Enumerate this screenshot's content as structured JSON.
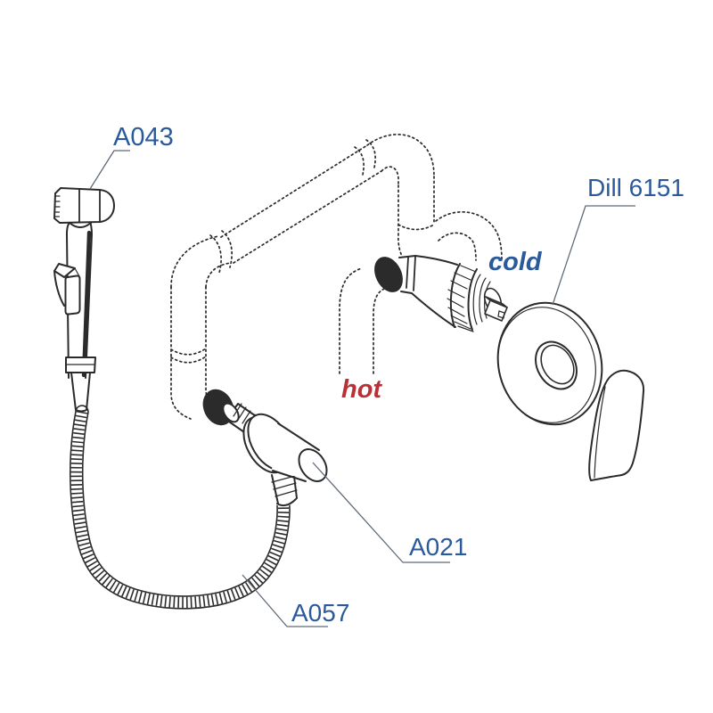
{
  "labels": {
    "a043": "A043",
    "dill": "Dill 6151",
    "cold": "cold",
    "hot": "hot",
    "a021": "A021",
    "a057": "A057"
  },
  "colors": {
    "label-blue": "#2a5a9c",
    "hot-red": "#bb3036",
    "line-dark": "#2b2b2b",
    "leader-gray": "#5f6b78",
    "background": "#ffffff"
  }
}
